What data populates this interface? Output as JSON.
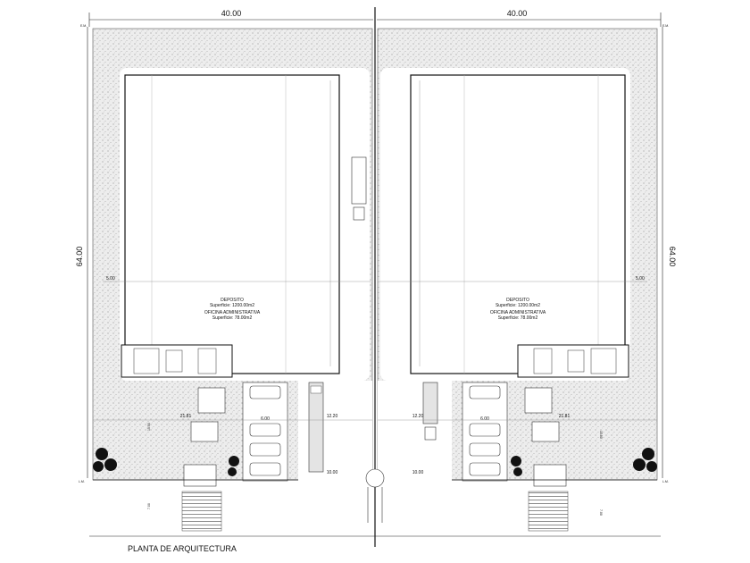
{
  "drawing": {
    "title": "PLANTA DE ARQUITECTURA",
    "dimensions": {
      "lot_width_left": "40.00",
      "lot_width_right": "40.00",
      "lot_depth_left": "64.00",
      "lot_depth_right": "64.00",
      "side_setback_left": "5.00",
      "side_setback_right": "5.00",
      "access_width_left": "12.20",
      "access_width_right": "12.20",
      "front_width_left": "10.00",
      "front_width_right": "10.00",
      "parking_width_left": "6.00",
      "parking_width_right": "6.00",
      "office_width_left": "21.81",
      "office_width_right": "21.81",
      "depth_mid_left": "15.50",
      "depth_mid_right": "15.50",
      "front_depth_left": "7.00",
      "front_depth_right": "7.00",
      "lm_tag": "L.M.",
      "em_tag": "E.M."
    },
    "left_unit": {
      "deposito_label": "DEPOSITO",
      "deposito_area": "Superficie: 1200.00m2",
      "oficina_label": "OFICINA ADMINISTRATIVA",
      "oficina_area": "Superficie: 78.00m2"
    },
    "right_unit": {
      "deposito_label": "DEPOSITO",
      "deposito_area": "Superficie: 1200.00m2",
      "oficina_label": "OFICINA ADMINISTRATIVA",
      "oficina_area": "Superficie: 78.00m2"
    },
    "colors": {
      "hatch": "#c9c9c9",
      "line": "#1a1a1a",
      "tree": "#111111"
    }
  }
}
